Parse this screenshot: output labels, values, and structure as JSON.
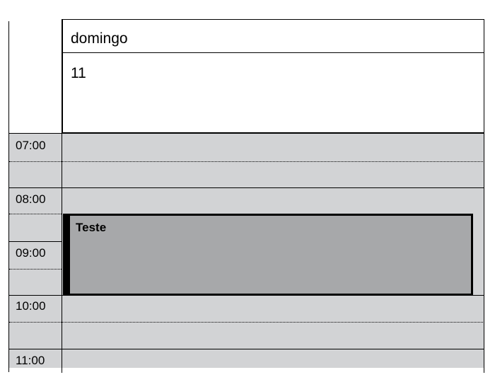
{
  "header": {
    "day_name": "domingo",
    "day_number": "11"
  },
  "time_slots": [
    "07:00",
    "08:00",
    "09:00",
    "10:00",
    "11:00"
  ],
  "events": [
    {
      "title": "Teste",
      "start": "08:30",
      "end": "10:00"
    }
  ],
  "colors": {
    "grid_background": "#d2d3d5",
    "event_background": "#a7a8aa",
    "event_border": "#000000"
  }
}
